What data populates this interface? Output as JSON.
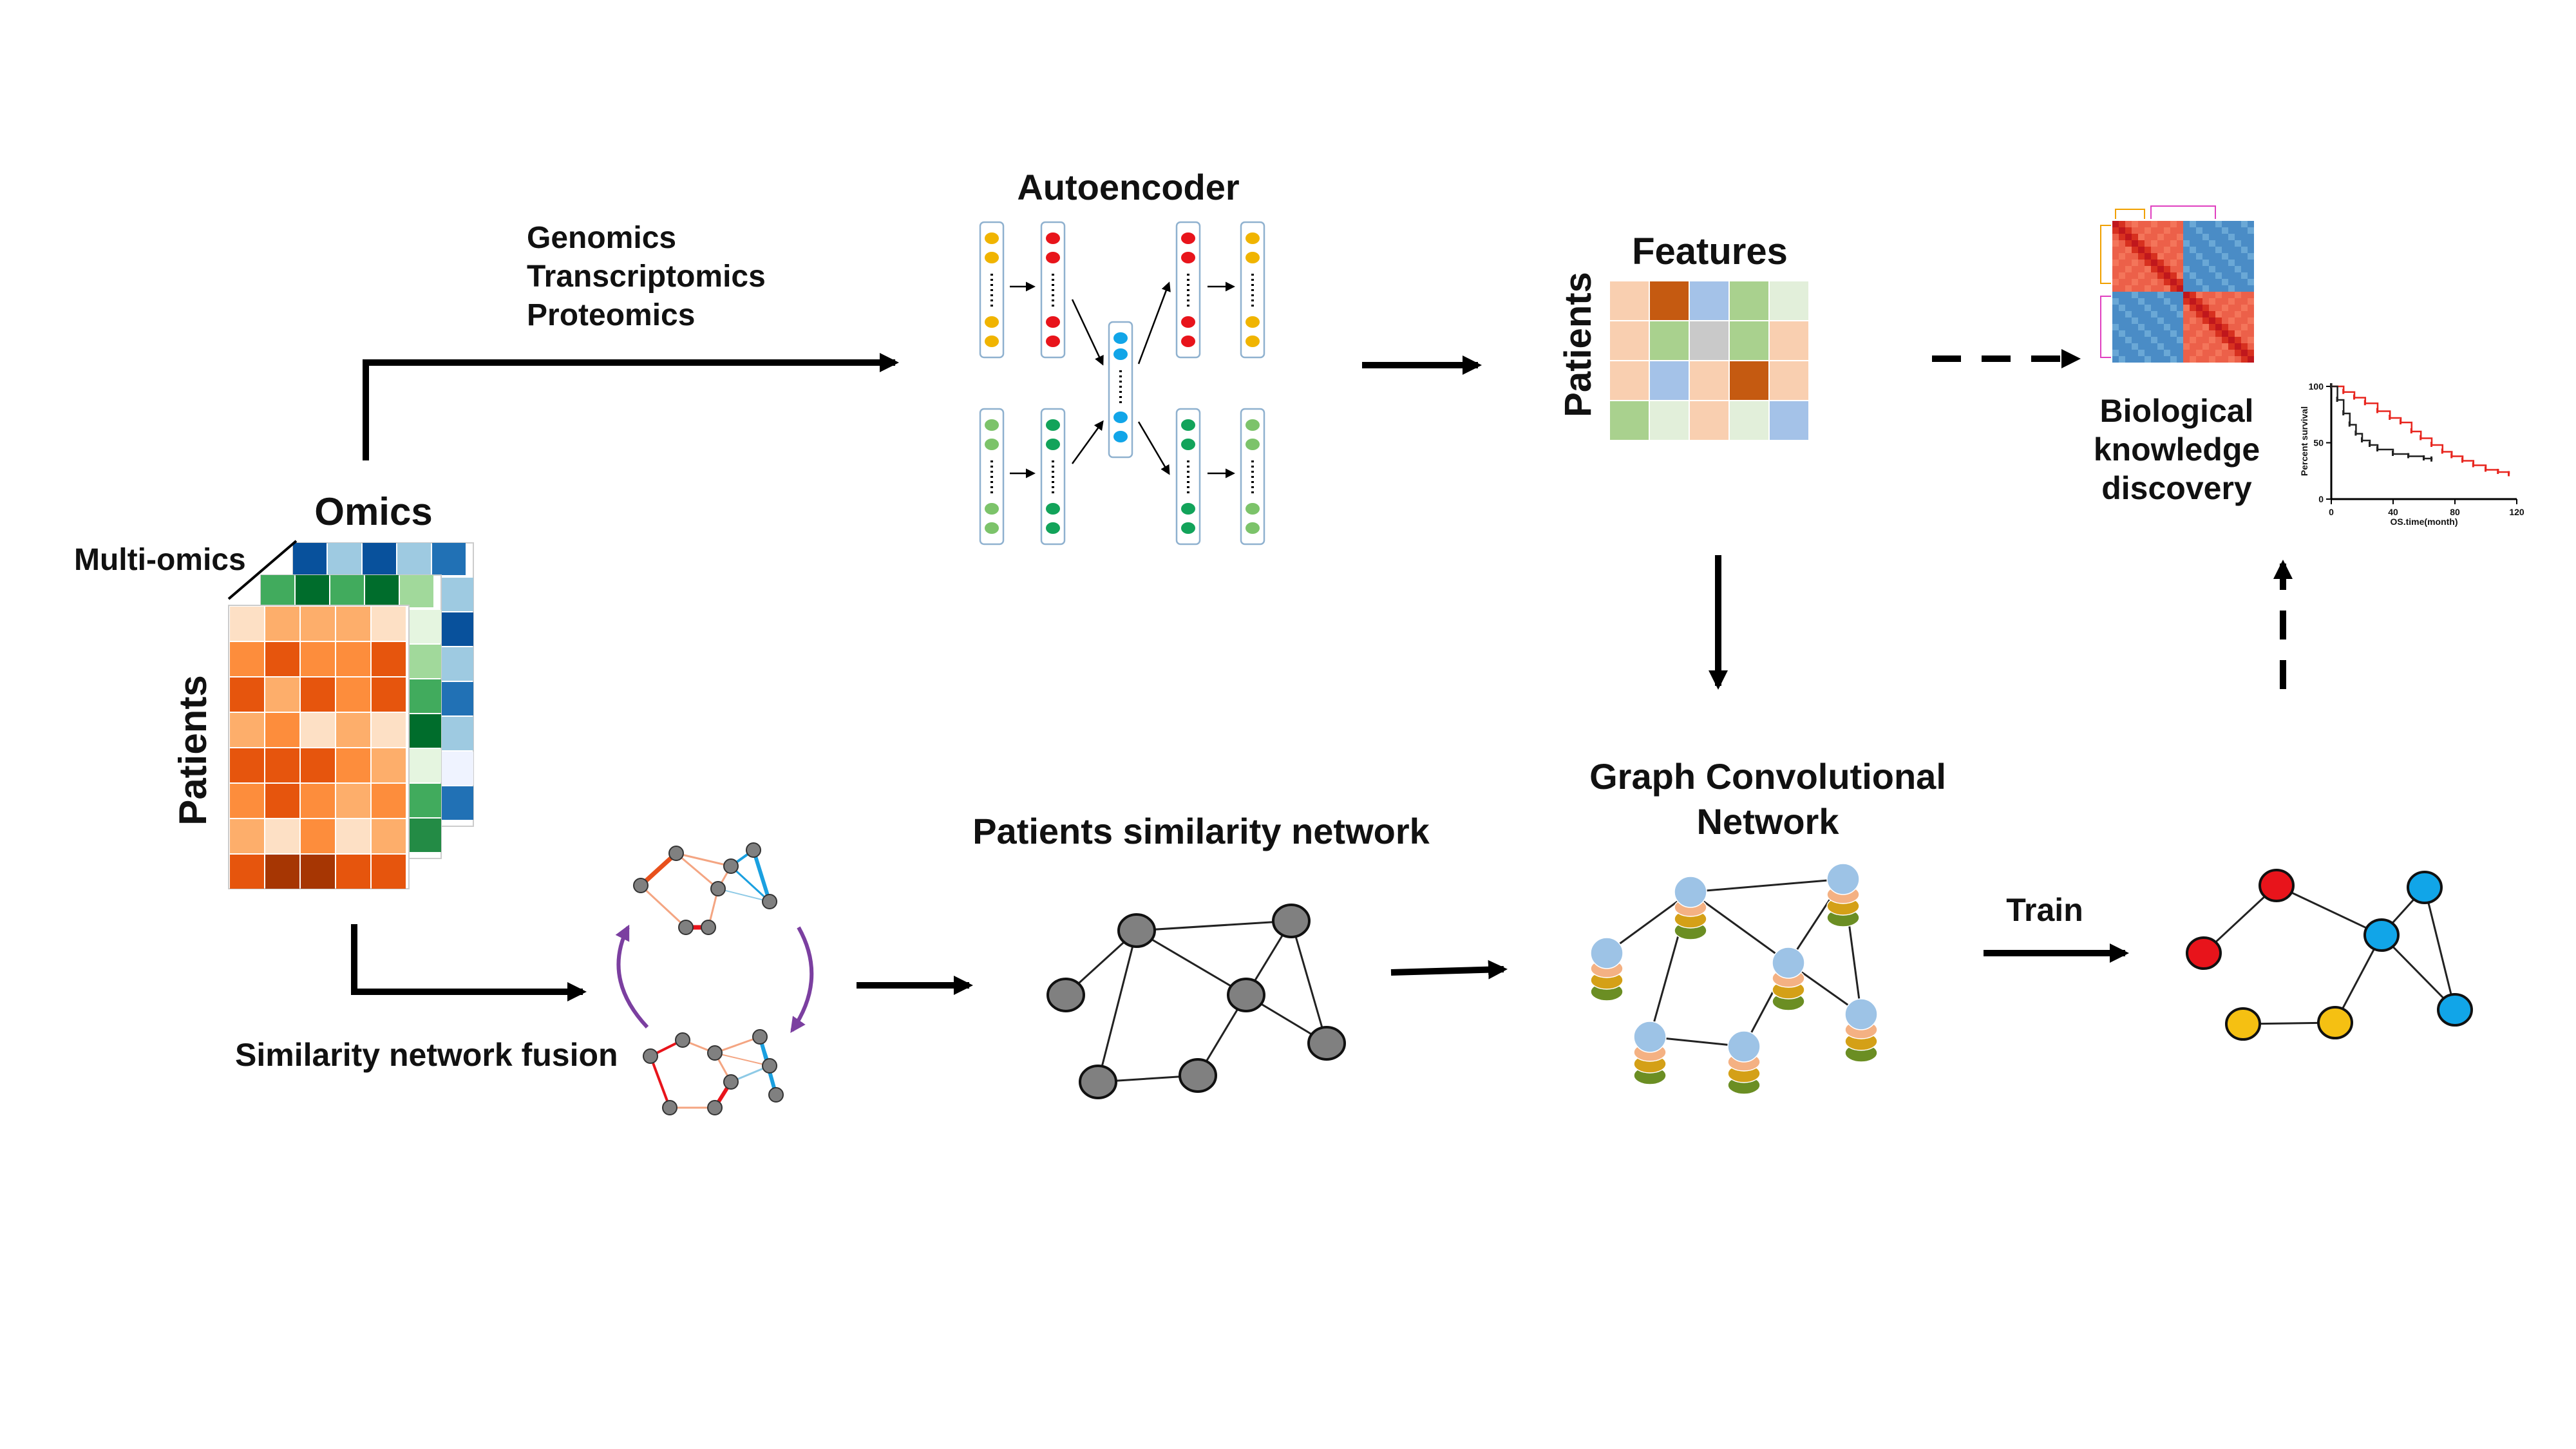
{
  "labels": {
    "omics_types": [
      "Genomics",
      "Transcriptomics",
      "Proteomics"
    ],
    "autoencoder": "Autoencoder",
    "features": "Features",
    "patients": "Patients",
    "omics": "Omics",
    "multi_omics": "Multi-omics",
    "similarity_network_fusion": "Similarity network fusion",
    "patients_similarity_network": "Patients similarity network",
    "gcn_line1": "Graph Convolutional",
    "gcn_line2": "Network",
    "train": "Train",
    "bio_line1": "Biological",
    "bio_line2": "knowledge",
    "bio_line3": "discovery"
  },
  "survival_plot": {
    "ylabel": "Percent survival",
    "xlabel": "OS.time(month)",
    "x_ticks": [
      "0",
      "40",
      "80",
      "120"
    ],
    "y_ticks": [
      "100",
      "50",
      "0"
    ],
    "chart_data": {
      "type": "line",
      "xlabel": "OS.time(month)",
      "ylabel": "Percent survival",
      "xlim": [
        0,
        120
      ],
      "ylim": [
        0,
        100
      ],
      "series": [
        {
          "color": "#e8261f",
          "x": [
            0,
            8,
            15,
            22,
            30,
            38,
            45,
            52,
            58,
            65,
            72,
            78,
            85,
            92,
            100,
            108,
            115
          ],
          "y": [
            100,
            95,
            90,
            85,
            78,
            72,
            68,
            60,
            54,
            48,
            42,
            38,
            34,
            30,
            26,
            24,
            22
          ]
        },
        {
          "color": "#222222",
          "x": [
            0,
            4,
            8,
            12,
            16,
            20,
            25,
            30,
            40,
            50,
            60,
            65
          ],
          "y": [
            100,
            88,
            76,
            66,
            58,
            52,
            48,
            44,
            40,
            38,
            36,
            35
          ]
        }
      ]
    }
  },
  "colors": {
    "oranges": [
      "#fde0c5",
      "#fdae6b",
      "#fd8d3c",
      "#e6550d",
      "#a63603"
    ],
    "greens": [
      "#e5f5e0",
      "#a1d99b",
      "#41ab5d",
      "#238b45",
      "#006d2c"
    ],
    "blues": [
      "#eff3ff",
      "#9ecae1",
      "#4292c6",
      "#2171b5",
      "#08519c"
    ],
    "node_gray": "#808080",
    "red": "#e8141b",
    "cyan": "#11a5e8",
    "yellow": "#f5c012",
    "purple": "#7b3fa0"
  }
}
